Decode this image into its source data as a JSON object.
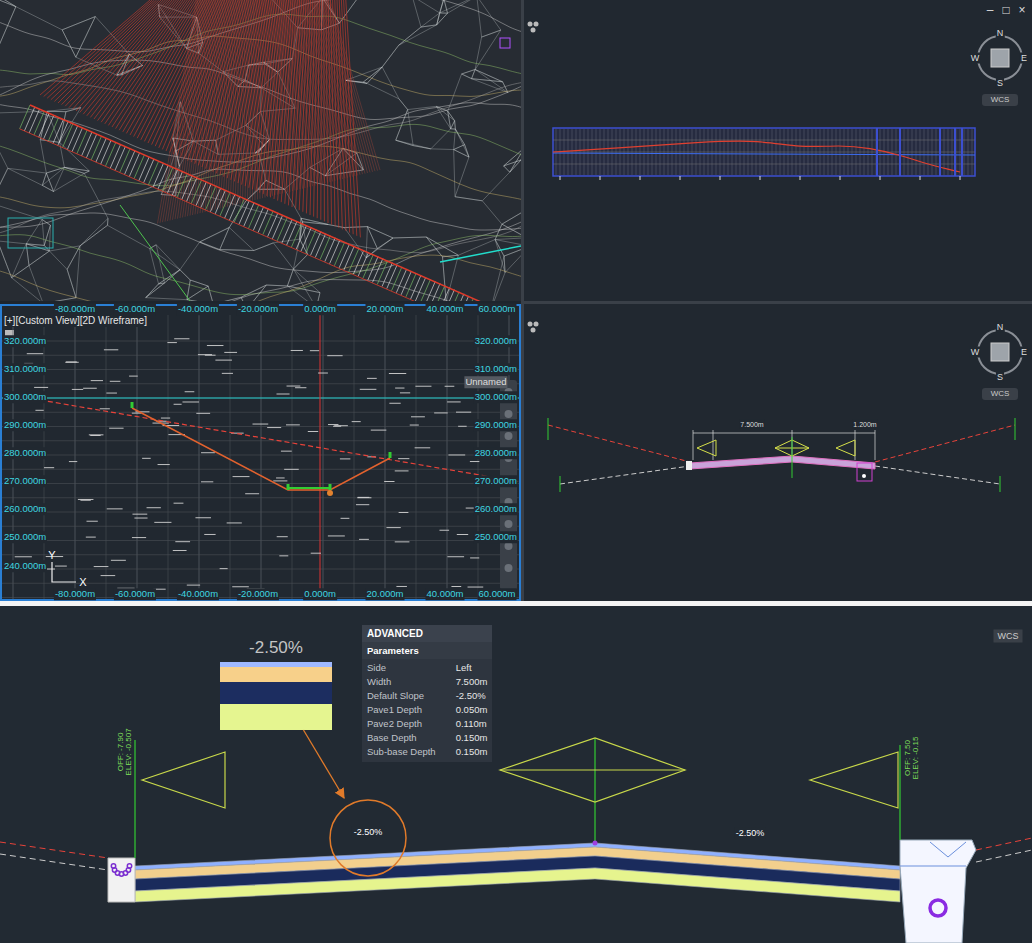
{
  "diagram": {
    "nodes": [
      {
        "text": [
          "-2.50%"
        ]
      },
      {
        "text": [
          "ADVANCED",
          "Parameters",
          "Side",
          "Left",
          "Width",
          "7.500m",
          "Default Slope",
          "-2.50%",
          "Pave1 Depth",
          "0.050m",
          "Pave2 Depth",
          "0.110m",
          "Base Depth",
          "0.150m",
          "Sub-base Depth",
          "0.150m"
        ]
      },
      {
        "text": [
          "-2.50%"
        ]
      }
    ],
    "edges": [
      {
        "from": 0,
        "to": 2,
        "arrow": "to"
      }
    ],
    "labels": [
      "[+][Custom View][2D Wireframe]",
      "-80.000m",
      "-60.000m",
      "-40.000m",
      "-20.000m",
      "0.000m",
      "20.000m",
      "40.000m",
      "60.000m",
      "-80.000m",
      "-60.000m",
      "-40.000m",
      "-20.000m",
      "0.000m",
      "20.000m",
      "40.000m",
      "60.000m",
      "320.000m",
      "310.000m",
      "300.000m",
      "290.000m",
      "280.000m",
      "270.000m",
      "260.000m",
      "250.000m",
      "240.000m",
      "320.000m",
      "310.000m",
      "300.000m",
      "290.000m",
      "280.000m",
      "270.000m",
      "260.000m",
      "250.000m",
      "Unnamed",
      "Y",
      "X",
      "–",
      "□",
      "×",
      "N",
      "W",
      "E",
      "S",
      "WCS",
      "N",
      "W",
      "E",
      "S",
      "WCS",
      "7.500m",
      "1.200m",
      "WCS",
      "-2.50%",
      "OFF: -7.90",
      "ELEV: -0.507",
      "OFF: 7.50",
      "ELEV: -0.15"
    ]
  }
}
